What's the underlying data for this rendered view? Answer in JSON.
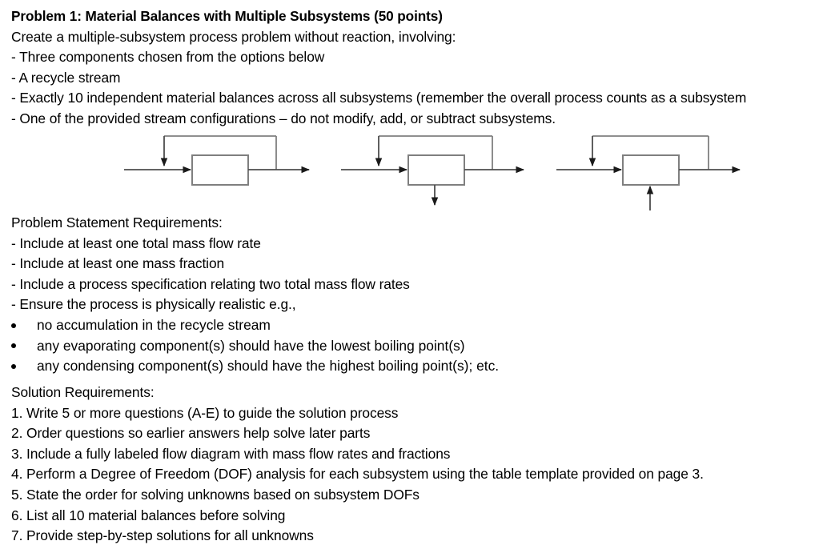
{
  "document": {
    "title": "Problem 1: Material Balances with Multiple Subsystems (50 points)",
    "intro": "Create a multiple-subsystem process problem without reaction, involving:",
    "intro_bullets": [
      "- Three components chosen from the options below",
      "- A recycle stream",
      "- Exactly 10 independent material balances across all subsystems (remember the overall process counts as a subsystem",
      "- One of the provided stream configurations – do not modify, add, or subtract subsystems."
    ],
    "statement_requirements": {
      "heading": "Problem Statement Requirements:",
      "dash_items": [
        "- Include at least one total mass flow rate",
        "- Include at least one mass fraction",
        "- Include a process specification relating two total mass flow rates",
        "- Ensure the process is physically realistic e.g.,"
      ],
      "bullet_items": [
        "no accumulation in the recycle stream",
        "any evaporating component(s) should have the lowest boiling point(s)",
        "any condensing component(s) should have the highest boiling point(s); etc."
      ]
    },
    "solution_requirements": {
      "heading": "Solution Requirements:",
      "items": [
        "1. Write 5 or more questions (A-E) to guide the solution process",
        "2. Order questions so earlier answers help solve later parts",
        "3. Include a fully labeled flow diagram with mass flow rates and fractions",
        "4. Perform a Degree of Freedom (DOF) analysis for each subsystem using the table template provided on page 3.",
        "5. State the order for solving unknowns based on subsystem DOFs",
        "6. List all 10 material balances before solving",
        "7. Provide step-by-step solutions for all unknowns"
      ]
    }
  },
  "diagrams": {
    "stroke_color": "#7f7f7f",
    "arrow_color": "#1a1a1a",
    "box_fill": "#ffffff",
    "options": [
      {
        "name": "configuration-option-1",
        "label": "Recycle loop around single unit",
        "features": [
          "feed-inlet",
          "recycle-splitter",
          "process-unit",
          "product-outlet"
        ]
      },
      {
        "name": "configuration-option-2",
        "label": "Recycle loop with bottom outlet stream",
        "features": [
          "feed-inlet",
          "recycle-splitter",
          "process-unit",
          "bottom-outlet",
          "product-outlet"
        ]
      },
      {
        "name": "configuration-option-3",
        "label": "Recycle loop with bottom inlet stream",
        "features": [
          "feed-inlet",
          "recycle-splitter",
          "process-unit",
          "bottom-inlet",
          "product-outlet"
        ]
      }
    ]
  }
}
